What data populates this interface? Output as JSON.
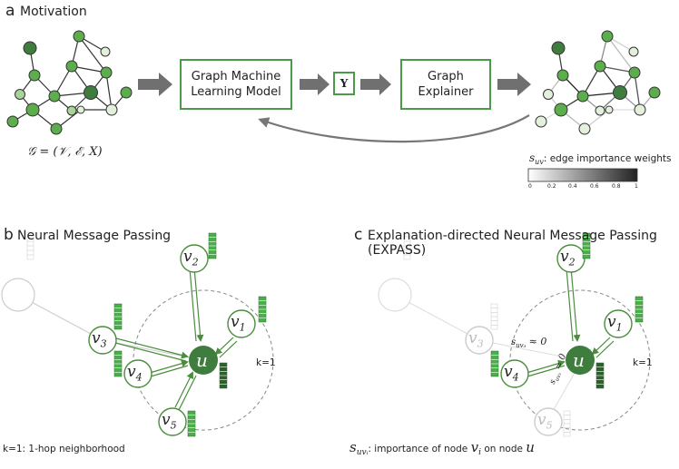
{
  "panel_a": {
    "letter": "a",
    "title": "Motivation",
    "model_box_line1": "Graph Machine",
    "model_box_line2": "Learning Model",
    "y_box": "Y",
    "explainer_line1": "Graph",
    "explainer_line2": "Explainer",
    "graph_label": "𝒢 = (𝒱, ℰ, X)",
    "weights_symbol": "s",
    "weights_subscript": "uv",
    "weights_caption": ": edge importance weights",
    "colorbar_ticks": [
      "0",
      "0.2",
      "0.4",
      "0.6",
      "0.8",
      "1"
    ]
  },
  "panel_b": {
    "letter": "b",
    "title": "Neural Message Passing",
    "k_label": "k=1",
    "footer": "k=1: 1-hop neighborhood",
    "nodes": {
      "u": "u",
      "v1": "v",
      "v1_sub": "1",
      "v2": "v",
      "v2_sub": "2",
      "v3": "v",
      "v3_sub": "3",
      "v4": "v",
      "v4_sub": "4",
      "v5": "v",
      "v5_sub": "5"
    }
  },
  "panel_c": {
    "letter": "c",
    "title": "Explanation-directed Neural Message Passing (EXPASS)",
    "k_label": "k=1",
    "edge_label_v3": "s",
    "edge_label_v3_sub": "uv₃",
    "edge_label_v3_val": "≈ 0",
    "edge_label_v5": "s",
    "edge_label_v5_sub": "uv₅",
    "edge_label_v5_val": "≈ 0",
    "footer_symbol": "s",
    "footer_sub": "uvᵢ",
    "footer_mid": ": importance of node ",
    "footer_node": "v",
    "footer_node_sub": "i",
    "footer_end": " on node ",
    "footer_target": "u"
  },
  "colors": {
    "green_dark": "#3e7d3e",
    "green_mid": "#5cae4c",
    "green_light": "#a8d49a",
    "green_pale": "#e3f1dc",
    "arrow_gray": "#6e6e6e"
  }
}
